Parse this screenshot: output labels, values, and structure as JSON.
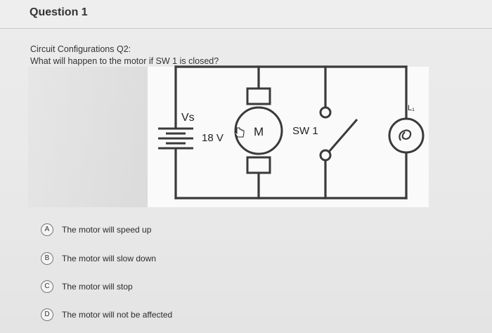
{
  "question": {
    "title": "Question 1",
    "subtitle": "Circuit Configurations Q2:",
    "prompt": "What will happen to the motor if SW 1 is closed?"
  },
  "circuit": {
    "source_label": "Vs",
    "voltage_label": "18 V",
    "motor_label": "M",
    "switch_label": "SW 1",
    "lamp_label": "L₁"
  },
  "options": [
    {
      "letter": "A",
      "text": "The motor will speed up"
    },
    {
      "letter": "B",
      "text": "The motor will slow down"
    },
    {
      "letter": "C",
      "text": "The motor will stop"
    },
    {
      "letter": "D",
      "text": "The motor will not be affected"
    }
  ],
  "colors": {
    "wire": "#3a3a3a",
    "background": "#ebebeb",
    "figure_background": "#fafafa"
  }
}
